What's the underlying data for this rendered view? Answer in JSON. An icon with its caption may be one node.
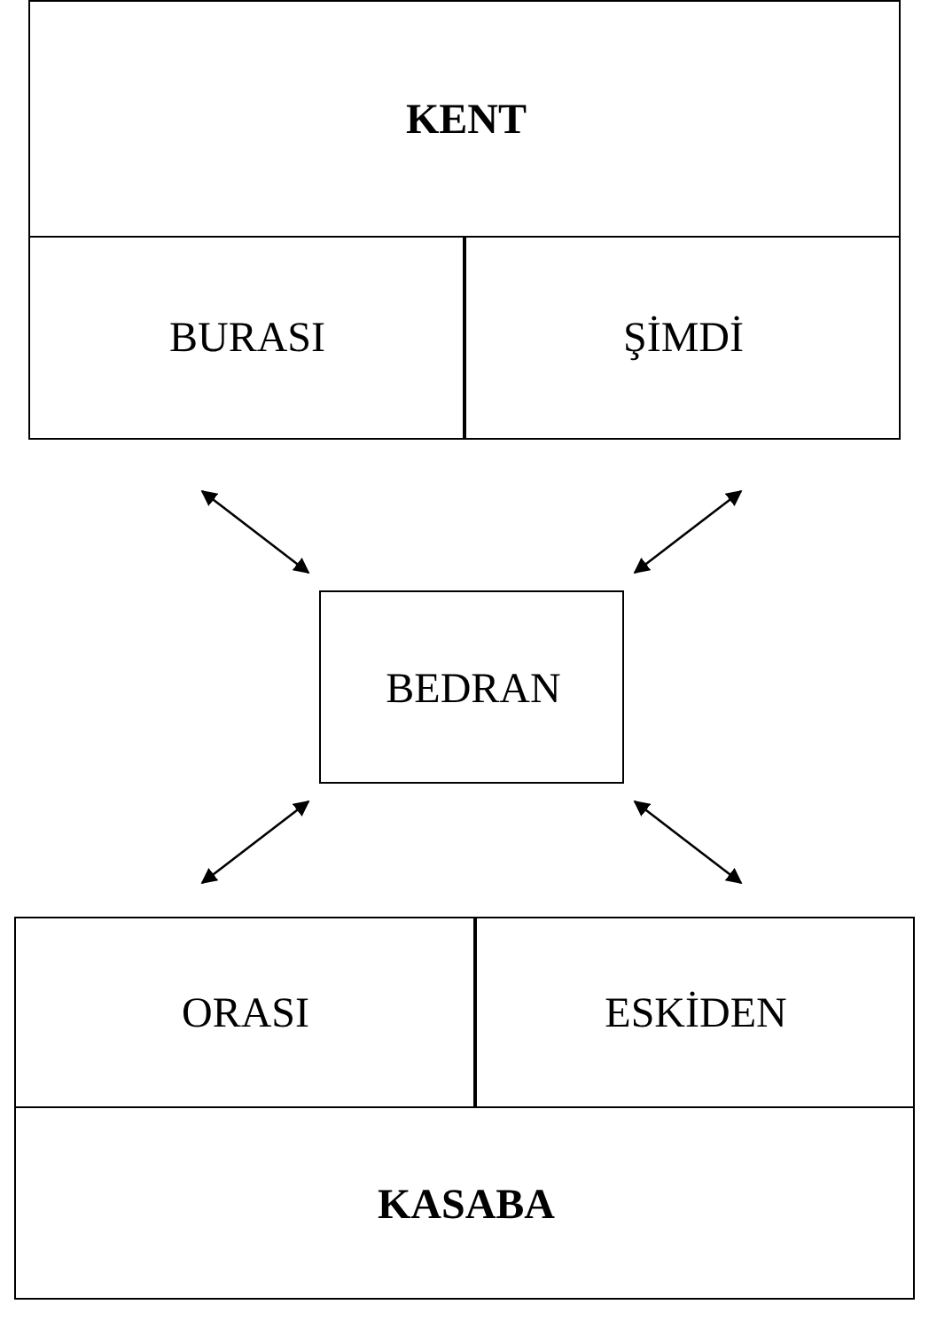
{
  "diagram": {
    "nodes": [
      {
        "text": [
          "KENT"
        ]
      },
      {
        "text": [
          "BURASI"
        ],
        "in": 0
      },
      {
        "text": [
          "ŞİMDİ"
        ],
        "in": 0
      },
      {
        "text": [
          "BEDRAN"
        ]
      },
      {
        "text": [
          "KASABA"
        ]
      },
      {
        "text": [
          "ORASI"
        ],
        "in": 4
      },
      {
        "text": [
          "ESKİDEN"
        ],
        "in": 4
      }
    ],
    "edges": [
      {
        "from": 3,
        "to": 1,
        "arrow": "both"
      },
      {
        "from": 3,
        "to": 2,
        "arrow": "both"
      },
      {
        "from": 3,
        "to": 5,
        "arrow": "both"
      },
      {
        "from": 3,
        "to": 6,
        "arrow": "both"
      }
    ]
  }
}
